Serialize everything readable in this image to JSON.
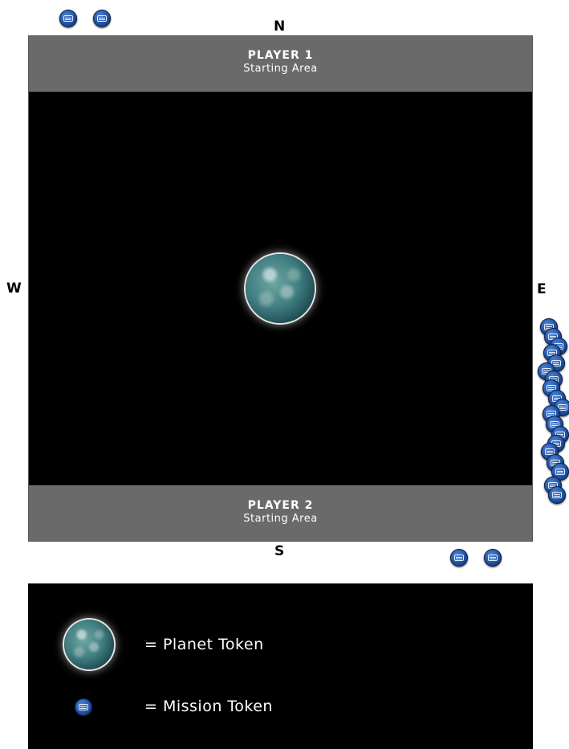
{
  "compass": {
    "north": "N",
    "south": "S",
    "west": "W",
    "east": "E"
  },
  "board": {
    "player1": {
      "title": "PLAYER 1",
      "subtitle": "Starting Area"
    },
    "player2": {
      "title": "PLAYER 2",
      "subtitle": "Starting Area"
    },
    "planet_icon": "planet-token-icon"
  },
  "mission_token_icon": "mission-token-icon",
  "legend": {
    "planet_label": "= Planet Token",
    "mission_label": "= Mission Token"
  }
}
